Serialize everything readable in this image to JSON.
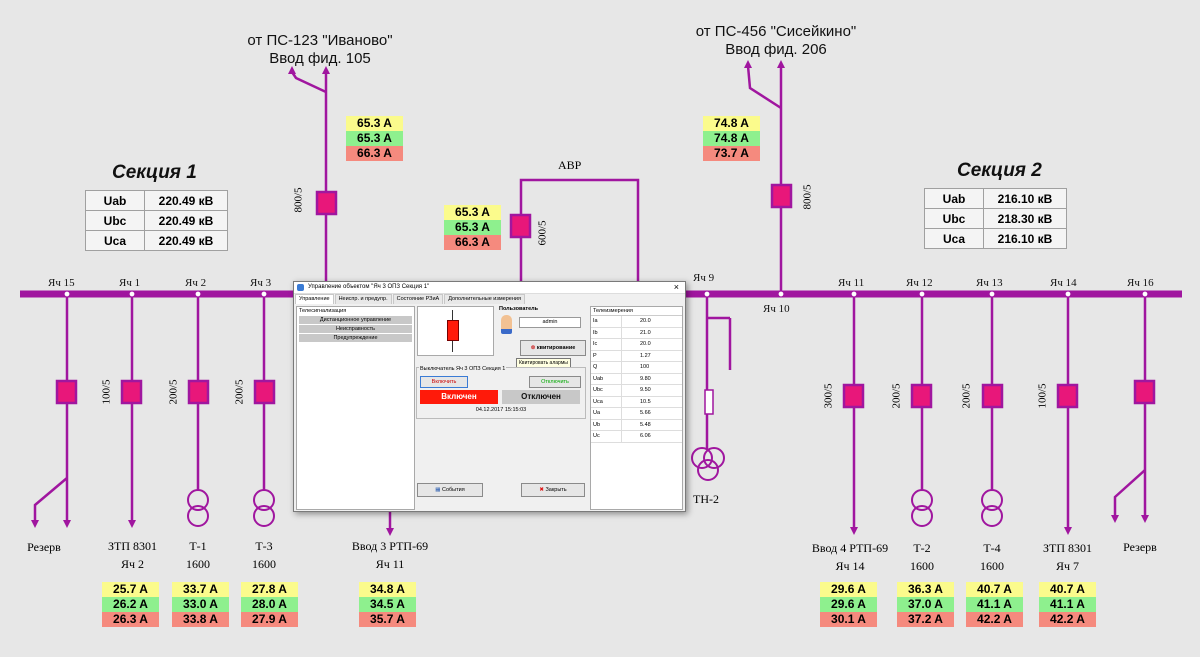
{
  "feeds": {
    "left": {
      "line1": "от ПС-123 \"Иваново\"",
      "line2": "Ввод фид. 105"
    },
    "right": {
      "line1": "от ПС-456 \"Сисейкино\"",
      "line2": "Ввод фид. 206"
    }
  },
  "sections": {
    "s1": {
      "title": "Секция 1",
      "rows": [
        {
          "k": "Uab",
          "v": "220.49 кВ"
        },
        {
          "k": "Ubc",
          "v": "220.49 кВ"
        },
        {
          "k": "Uca",
          "v": "220.49 кВ"
        }
      ]
    },
    "s2": {
      "title": "Секция 2",
      "rows": [
        {
          "k": "Uab",
          "v": "216.10 кВ"
        },
        {
          "k": "Ubc",
          "v": "218.30 кВ"
        },
        {
          "k": "Uca",
          "v": "216.10 кВ"
        }
      ]
    }
  },
  "avr_label": "АВР",
  "tn_label": "ТН-2",
  "ratios": {
    "in1": "800/5",
    "in2": "800/5",
    "avr": "600/5",
    "c1": "100/5",
    "c2": "200/5",
    "c3": "200/5",
    "c11": "300/5",
    "c12": "200/5",
    "c13": "200/5",
    "c14": "100/5"
  },
  "cells": {
    "c15": "Яч 15",
    "c1": "Яч 1",
    "c2": "Яч 2",
    "c3": "Яч 3",
    "c9": "Яч 9",
    "c10": "Яч 10",
    "c11": "Яч 11",
    "c12": "Яч 12",
    "c13": "Яч 13",
    "c14": "Яч 14",
    "c16": "Яч 16"
  },
  "bottom_labels": {
    "rez1": "Резерв",
    "ztp1_a": "ЗТП 8301",
    "ztp1_b": "Яч 2",
    "t1_a": "Т-1",
    "t1_b": "1600",
    "t3_a": "Т-3",
    "t3_b": "1600",
    "rtp69_a": "Ввод 3 РТП-69",
    "rtp69_b": "Яч 11",
    "rtp69r_a": "Ввод 4 РТП-69",
    "rtp69r_b": "Яч 14",
    "t2_a": "Т-2",
    "t2_b": "1600",
    "t4_a": "Т-4",
    "t4_b": "1600",
    "ztp2_a": "ЗТП 8301",
    "ztp2_b": "Яч  7",
    "rez2": "Резерв"
  },
  "currents": {
    "in1": [
      "65.3 A",
      "65.3 A",
      "66.3 A"
    ],
    "avr": [
      "65.3 A",
      "65.3 A",
      "66.3 A"
    ],
    "in2": [
      "74.8 A",
      "74.8 A",
      "73.7 A"
    ],
    "c1": [
      "25.7 A",
      "26.2 A",
      "26.3 A"
    ],
    "t1": [
      "33.7 A",
      "33.0 A",
      "33.8 A"
    ],
    "t3": [
      "27.8 A",
      "28.0 A",
      "27.9 A"
    ],
    "rtp": [
      "34.8 A",
      "34.5 A",
      "35.7 A"
    ],
    "rtpr": [
      "29.6 A",
      "29.6 A",
      "30.1 A"
    ],
    "t2": [
      "36.3 A",
      "37.0 A",
      "37.2 A"
    ],
    "t4": [
      "40.7 A",
      "41.1 A",
      "42.2 A"
    ],
    "ztp2": [
      "40.7 A",
      "41.1 A",
      "42.2 A"
    ]
  },
  "dialog": {
    "title": "Управление объектом \"Яч 3 ОПЗ Секция 1\"",
    "tabs": [
      "Управление",
      "Неиспр. и предупр.",
      "Состояние РЗиА",
      "Дополнительные измерения"
    ],
    "tele_header": "Телесигнализация",
    "tele_items": [
      "Дистанционное управление",
      "Неисправность",
      "Предупреждение"
    ],
    "user_header": "Пользователь",
    "user_name": "admin",
    "ack_button": "квитирование",
    "ack_tooltip": "Квитировать алармы",
    "breaker_title": "Выключатель Яч 3 ОПЗ Секция 1",
    "on_button": "Включить",
    "off_button": "Отключить",
    "state_on": "Включен",
    "state_off": "Отключен",
    "timestamp": "04.12.2017 15:15:03",
    "events_button": "События",
    "close_button": "Закрыть",
    "measure_header": "Телеизмерения",
    "measures": [
      {
        "k": "Ia",
        "v": "20.0"
      },
      {
        "k": "Ib",
        "v": "21.0"
      },
      {
        "k": "Ic",
        "v": "20.0"
      },
      {
        "k": "P",
        "v": "1.27"
      },
      {
        "k": "Q",
        "v": "100"
      },
      {
        "k": "Uab",
        "v": "9.80"
      },
      {
        "k": "Ubc",
        "v": "9.50"
      },
      {
        "k": "Uca",
        "v": "10.5"
      },
      {
        "k": "Ua",
        "v": "5.66"
      },
      {
        "k": "Ub",
        "v": "5.48"
      },
      {
        "k": "Uc",
        "v": "6.06"
      }
    ]
  },
  "colors": {
    "bus": "#a0169f",
    "breaker": "#e8177a",
    "state_on": "#ff1a0a",
    "state_off": "#c8c8c8"
  }
}
